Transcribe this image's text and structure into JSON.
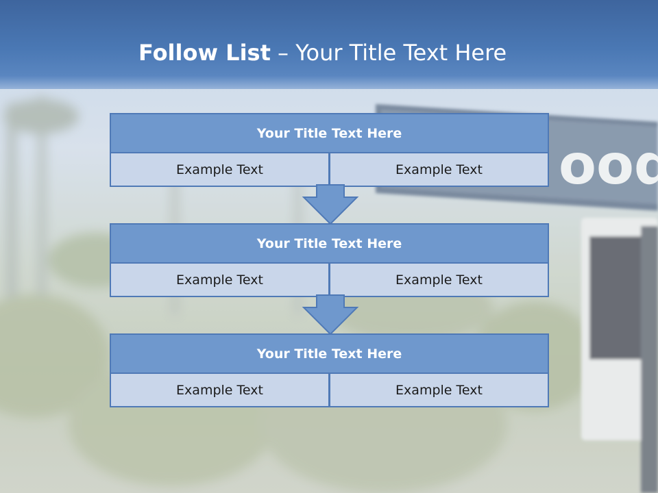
{
  "slide": {
    "title_bold": "Follow List",
    "title_rest": " – Your Title Text Here",
    "blocks": [
      {
        "title": "Your Title Text Here",
        "left": "Example Text",
        "right": "Example Text"
      },
      {
        "title": "Your Title Text Here",
        "left": "Example Text",
        "right": "Example Text"
      },
      {
        "title": "Your Title Text Here",
        "left": "Example Text",
        "right": "Example Text"
      }
    ],
    "background_sign_text": "ood"
  },
  "colors": {
    "header": "#4a78b4",
    "block_title_fill": "#6f98cd",
    "block_cell_fill": "#c9d6ea",
    "block_border": "#4f79b6",
    "title_text": "#ffffff"
  }
}
